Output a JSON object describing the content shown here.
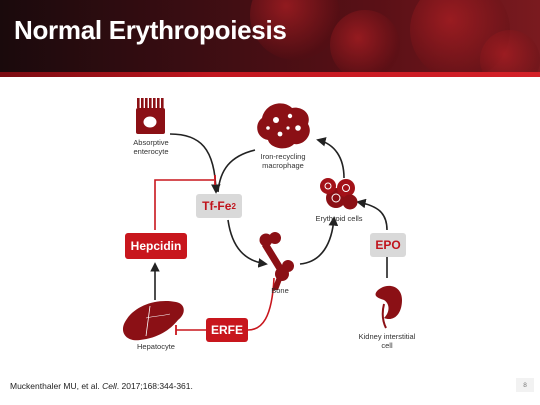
{
  "slide": {
    "title": "Normal Erythropoiesis",
    "citation_prefix": "Muckenthaler MU, et al. ",
    "citation_journal": "Cell",
    "citation_suffix": ". 2017;168:344-361.",
    "page_number": "8"
  },
  "diagram": {
    "nodes": {
      "enterocyte": "Absorptive enterocyte",
      "macrophage": "Iron-recycling macrophage",
      "erythroid": "Erythroid cells",
      "bone": "Bone",
      "hepatocyte": "Hepatocyte",
      "kidney": "Kidney interstitial cell"
    },
    "boxes": {
      "tf_base": "Tf-Fe",
      "tf_sub": "2",
      "hepcidin": "Hepcidin",
      "epo": "EPO",
      "erfe": "ERFE"
    }
  },
  "colors": {
    "accent_red": "#c8161d",
    "dark_red": "#8b1015",
    "arrow": "#222222",
    "box_grey": "#d9d9d9"
  }
}
